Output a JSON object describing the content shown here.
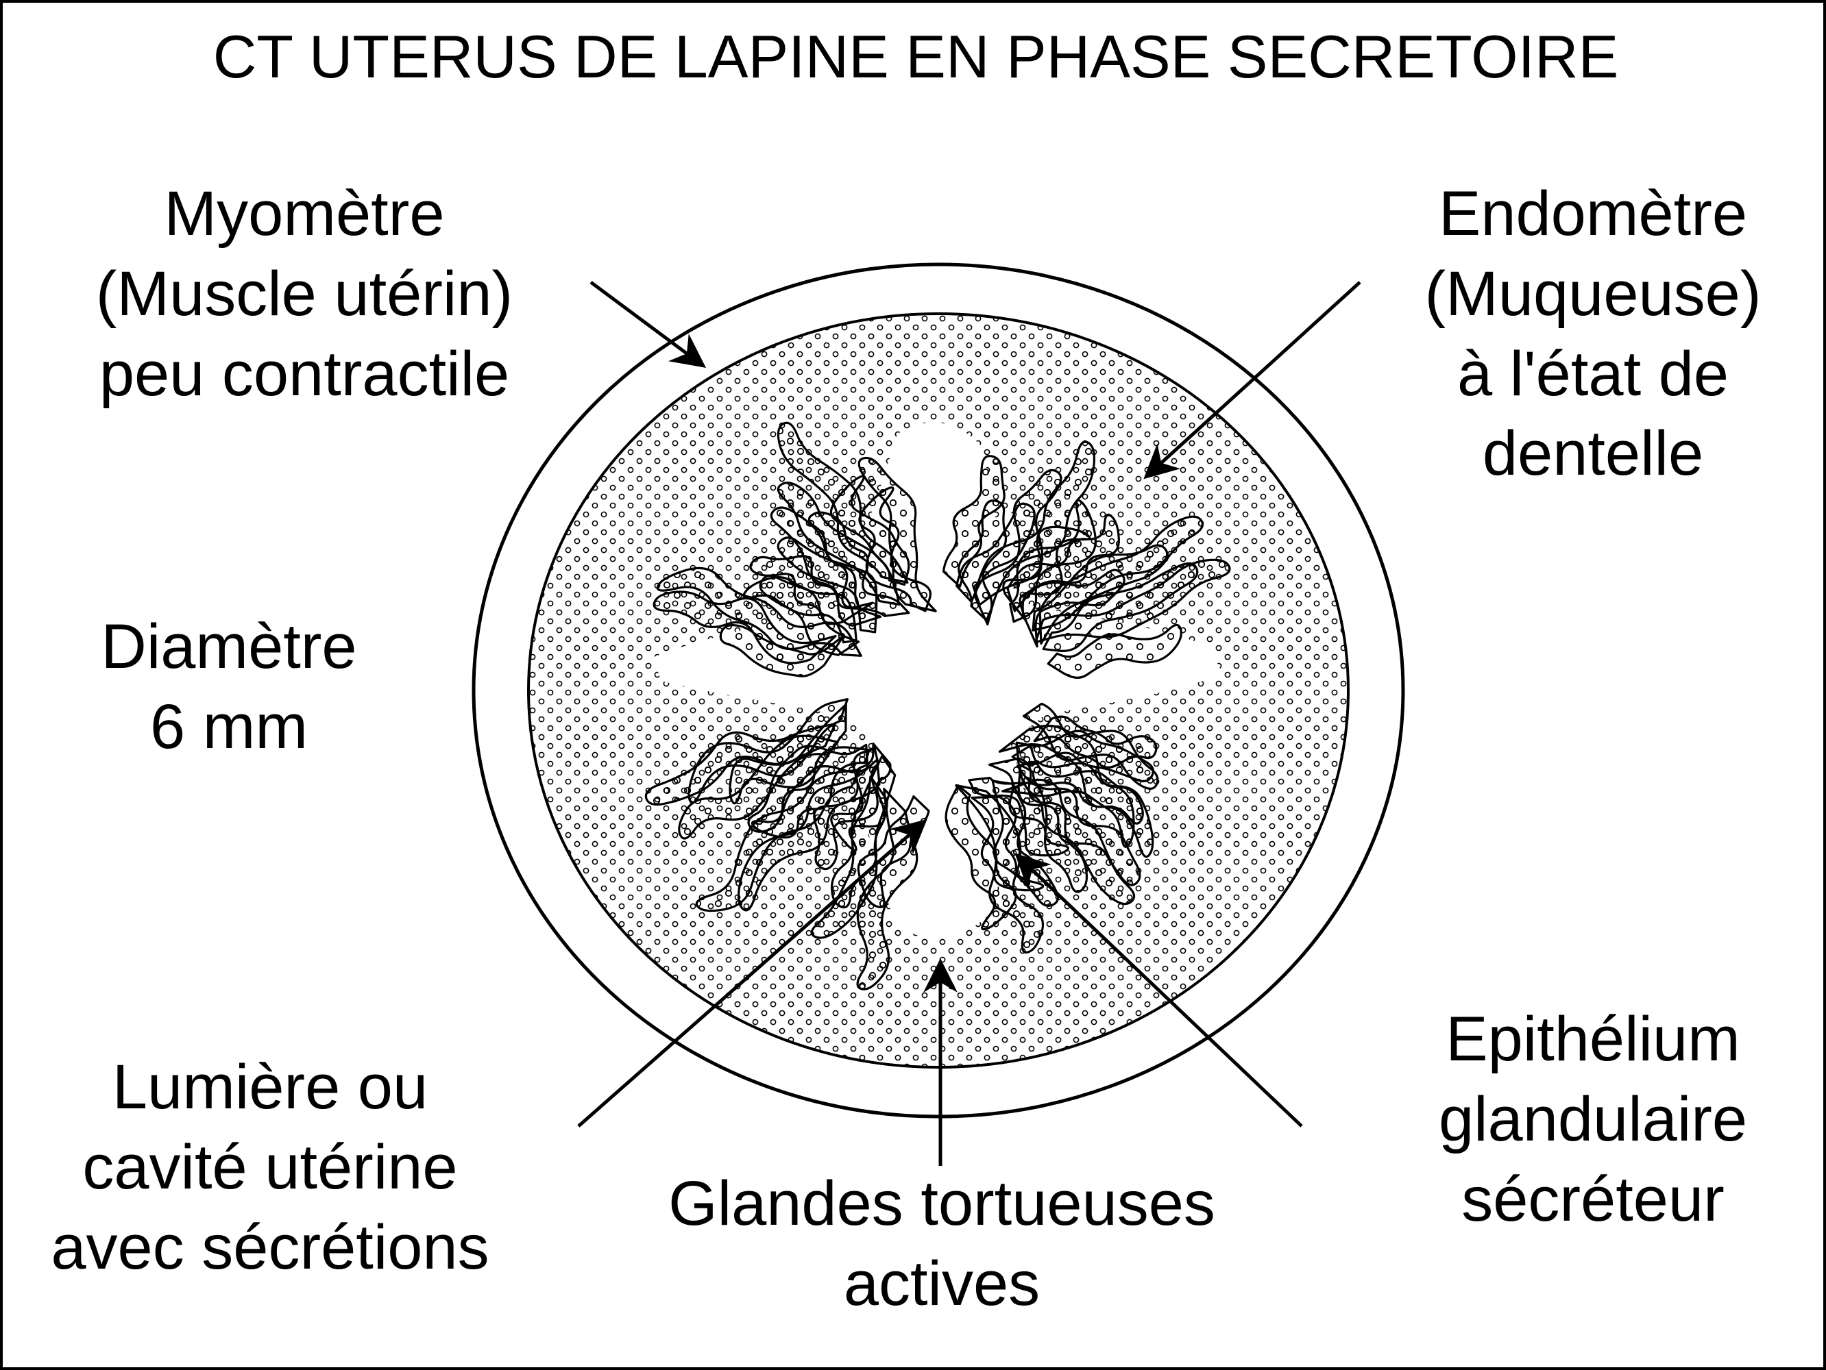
{
  "title": "CT UTERUS DE LAPINE EN PHASE SECRETOIRE",
  "labels": {
    "myometre": [
      "Myomètre",
      "(Muscle utérin)",
      "peu contractile"
    ],
    "endometre": [
      "Endomètre",
      "(Muqueuse)",
      "à l'état de",
      "dentelle"
    ],
    "diametre": [
      "Diamètre",
      "6 mm"
    ],
    "lumiere": [
      "Lumière ou",
      "cavité utérine",
      "avec sécrétions"
    ],
    "glandes": [
      "Glandes tortueuses",
      "actives"
    ],
    "epithelium": [
      "Epithélium",
      "glandulaire",
      "sécréteur"
    ]
  },
  "colors": {
    "ink": "#000000",
    "background": "#ffffff"
  }
}
